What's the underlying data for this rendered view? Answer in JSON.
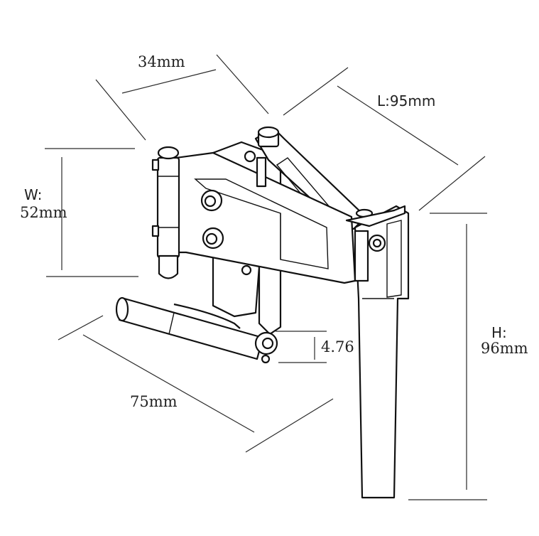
{
  "dimensions": {
    "top_width": "34mm",
    "length_label": "L:95mm",
    "width_key": "W:",
    "width_value": "52mm",
    "height_key": "H:",
    "height_value": "96mm",
    "tiller_length": "75mm",
    "shaft_diameter": "4.76"
  },
  "colors": {
    "line": "#2a2a2a",
    "outline": "#111111",
    "shade": "#d8d8d8"
  }
}
